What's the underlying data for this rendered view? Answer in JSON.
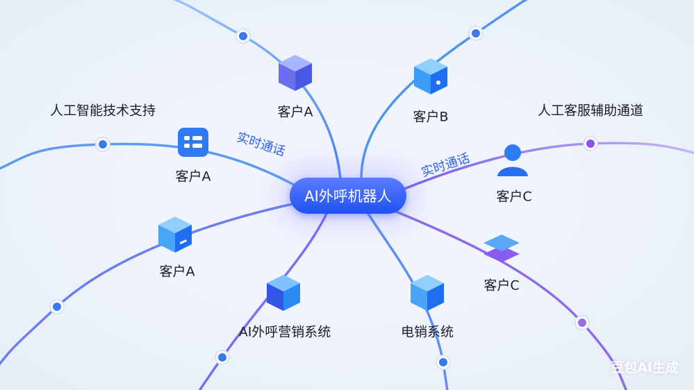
{
  "hub": {
    "label": "AI外呼机器人"
  },
  "branches": [
    {
      "label": "客户A",
      "icon": "cube-icon"
    },
    {
      "label": "客户B",
      "icon": "cube-icon"
    },
    {
      "label": "客户A",
      "icon": "widget-icon"
    },
    {
      "label": "客户C",
      "icon": "user-icon"
    },
    {
      "label": "客户A",
      "icon": "cube-icon"
    },
    {
      "label": "AI外呼营销系统",
      "icon": "cube-icon"
    },
    {
      "label": "电销系统",
      "icon": "cube-icon"
    },
    {
      "label": "客户C",
      "icon": "layers-icon"
    }
  ],
  "edge_labels": {
    "left": "实时通话",
    "right": "实时通话"
  },
  "side_labels": {
    "left": "人工智能技术支持",
    "right": "人工客服辅助通道"
  },
  "watermark": "豆包AI生成",
  "colors": {
    "blue": "#4a90f0",
    "purple": "#8a55e8",
    "hub": "#2c5cf5"
  }
}
